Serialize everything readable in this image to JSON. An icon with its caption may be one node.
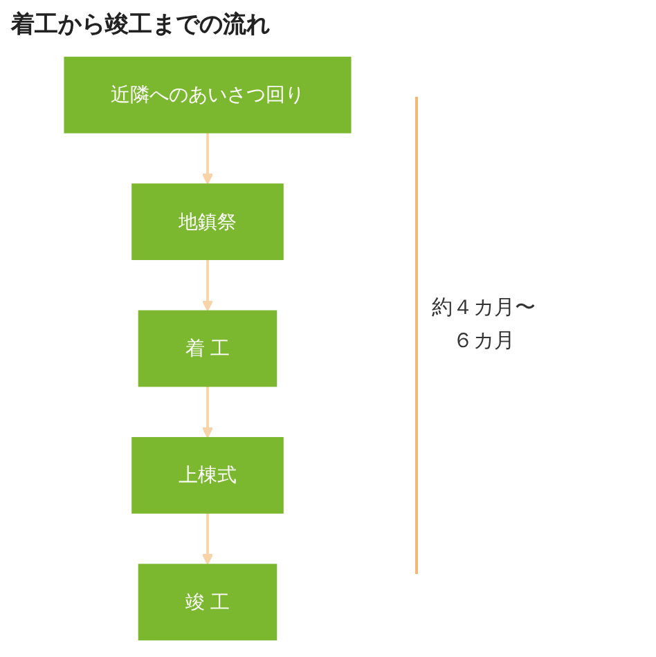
{
  "diagram": {
    "title": "着工から竣工までの流れ",
    "nodes": [
      {
        "text": [
          "近隣へのあいさつ回り"
        ]
      },
      {
        "text": [
          "地鎮祭"
        ]
      },
      {
        "text": [
          "着 工"
        ]
      },
      {
        "text": [
          "上棟式"
        ]
      },
      {
        "text": [
          "竣 工"
        ]
      }
    ],
    "edges": [
      {
        "from": 0,
        "to": 1,
        "arrow": "to"
      },
      {
        "from": 1,
        "to": 2,
        "arrow": "to"
      },
      {
        "from": 2,
        "to": 3,
        "arrow": "to"
      },
      {
        "from": 3,
        "to": 4,
        "arrow": "to"
      }
    ],
    "labels": [
      "約４カ月〜６カ月"
    ]
  }
}
